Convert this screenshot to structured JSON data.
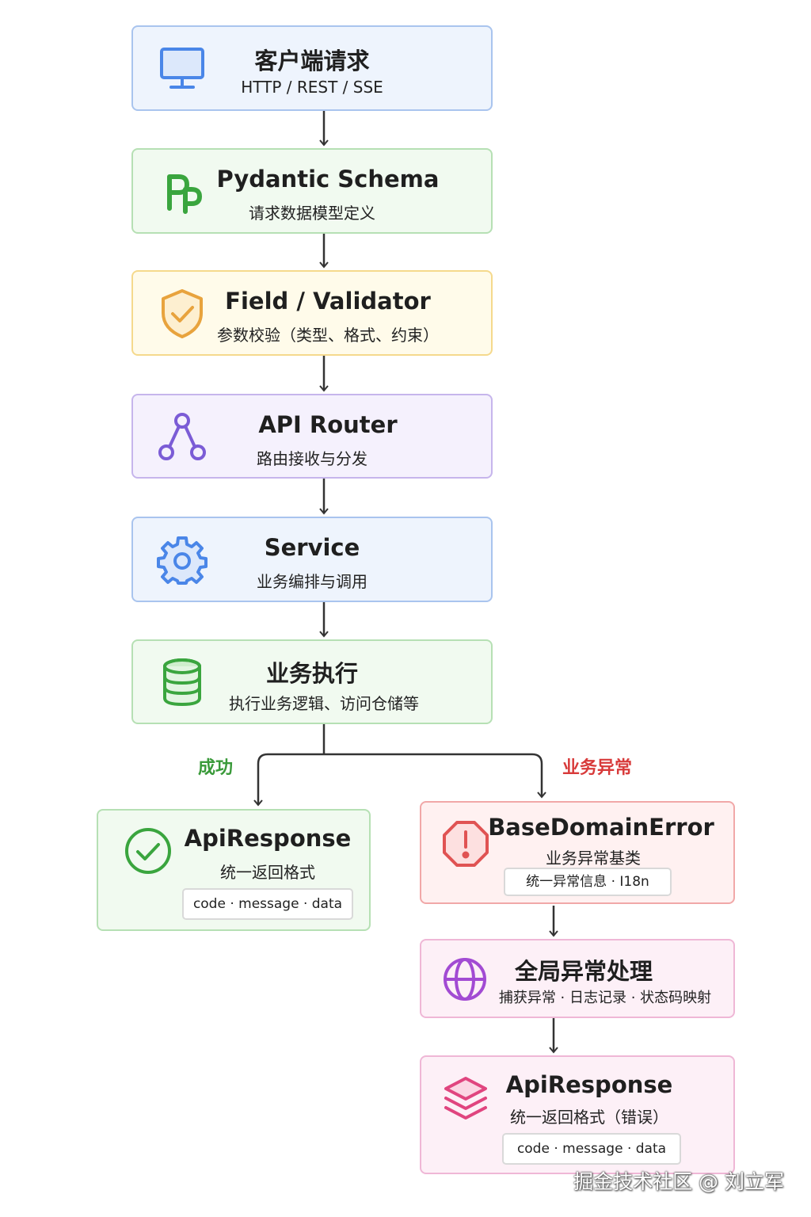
{
  "nodes": {
    "client": {
      "title": "客户端请求",
      "subtitle": "HTTP / REST / SSE"
    },
    "schema": {
      "title": "Pydantic Schema",
      "subtitle": "请求数据模型定义"
    },
    "validator": {
      "title": "Field / Validator",
      "subtitle": "参数校验（类型、格式、约束）"
    },
    "router": {
      "title": "API Router",
      "subtitle": "路由接收与分发"
    },
    "service": {
      "title": "Service",
      "subtitle": "业务编排与调用"
    },
    "execute": {
      "title": "业务执行",
      "subtitle": "执行业务逻辑、访问仓储等"
    },
    "success_response": {
      "title": "ApiResponse",
      "subtitle": "统一返回格式",
      "tag": "code · message · data"
    },
    "domain_error": {
      "title": "BaseDomainError",
      "subtitle": "业务异常基类",
      "tag": "统一异常信息 · I18n"
    },
    "global_handler": {
      "title": "全局异常处理",
      "subtitle": "捕获异常 · 日志记录 · 状态码映射"
    },
    "error_response": {
      "title": "ApiResponse",
      "subtitle": "统一返回格式（错误）",
      "tag": "code · message · data"
    }
  },
  "edges": {
    "success_label": "成功",
    "error_label": "业务异常"
  },
  "icons": {
    "client": "monitor-icon",
    "schema": "pydantic-logo-icon",
    "validator": "shield-check-icon",
    "router": "branch-icon",
    "service": "gear-icon",
    "execute": "database-icon",
    "success_response": "check-circle-icon",
    "domain_error": "alert-octagon-icon",
    "global_handler": "globe-icon",
    "error_response": "layers-icon"
  },
  "colors": {
    "blue": "#4a86e8",
    "green": "#3aa53e",
    "yellow": "#e8a33d",
    "purple": "#7b5cd6",
    "red": "#e05353",
    "magenta": "#a24bd3",
    "pink": "#e0457f",
    "success_text": "#3a9a3a",
    "error_text": "#d83a3a"
  },
  "watermark": "掘金技术社区 @ 刘立军"
}
